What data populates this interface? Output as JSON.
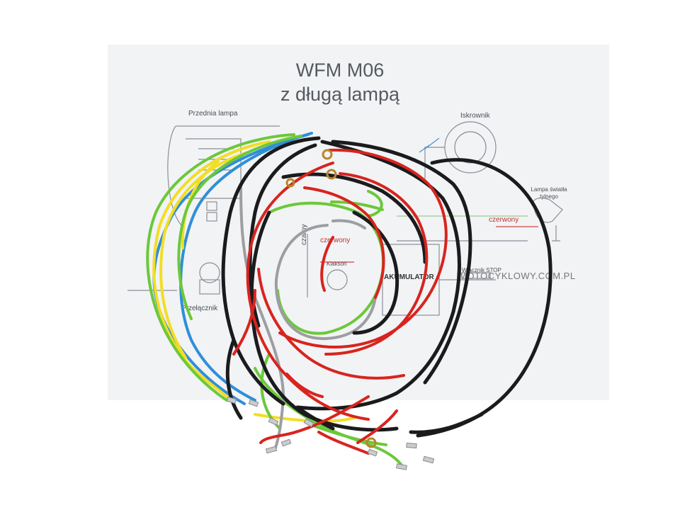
{
  "photo": {
    "subject": "wiring-harness-on-diagram",
    "diagram": {
      "title_line1": "WFM M06",
      "title_line2": "z długą lampą",
      "labels": {
        "front_lamp": "Przednia lampa",
        "magneto": "Iskrownik",
        "rear_lamp": "Lampa światła tylnego",
        "red_right": "czerwony",
        "red_center": "czerwony",
        "horn": "Klakson",
        "black": "czarny",
        "brake_switch": "Włącznik STOP",
        "battery": "AKUMULATOR",
        "switch": "Przełącznik",
        "watermark": "MOTOCYKLOWY.COM.PL"
      }
    },
    "wire_colors": {
      "black": "#1b1b1d",
      "red": "#d8241e",
      "green": "#6cc83a",
      "yellow": "#f2de25",
      "blue": "#2f8fd8",
      "gray": "#9c9ea2"
    }
  }
}
